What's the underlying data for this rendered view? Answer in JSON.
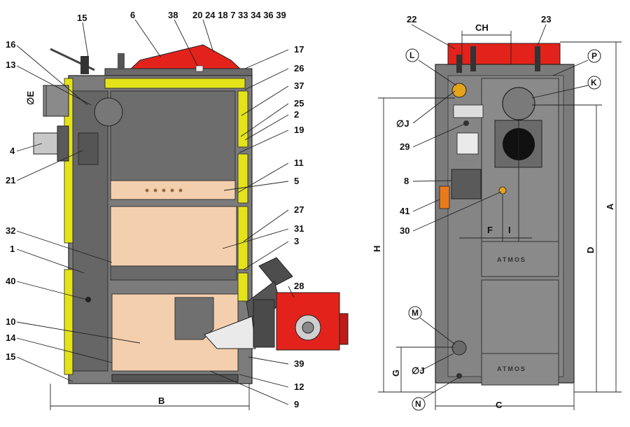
{
  "colors": {
    "body_gray": "#7b7b7b",
    "dark_gray": "#5a5a5a",
    "insulation_yellow": "#e4e31a",
    "chamber_peach": "#f4cfae",
    "burner_red": "#e3231b",
    "line": "#222222"
  },
  "left_view": {
    "callouts": {
      "c15a": "15",
      "c6": "6",
      "c38": "38",
      "c_top_row": "20 24 18 7 33 34 36 39",
      "c16": "16",
      "c13": "13",
      "cE": "E",
      "c4": "4",
      "c21": "21",
      "c32": "32",
      "c1": "1",
      "c40": "40",
      "c10": "10",
      "c14": "14",
      "c15b": "15",
      "c17": "17",
      "c26": "26",
      "c37": "37",
      "c25": "25",
      "c2": "2",
      "c19": "19",
      "c11": "11",
      "c5": "5",
      "c27": "27",
      "c31": "31",
      "c3": "3",
      "c28": "28",
      "c39": "39",
      "c12": "12",
      "c9": "9",
      "cB": "B"
    },
    "dia_symbol": "∅"
  },
  "right_view": {
    "brand": "ATMOS",
    "callouts": {
      "c22": "22",
      "cCH": "CH",
      "c23": "23",
      "cL": "L",
      "cP": "P",
      "cK": "K",
      "cJa": "∅J",
      "c29": "29",
      "c8": "8",
      "c41": "41",
      "c30": "30",
      "cF": "F",
      "cI": "I",
      "cH": "H",
      "cD": "D",
      "cA": "A",
      "cM": "M",
      "cG": "G",
      "cJb": "∅J",
      "cN": "N",
      "cC": "C"
    }
  }
}
